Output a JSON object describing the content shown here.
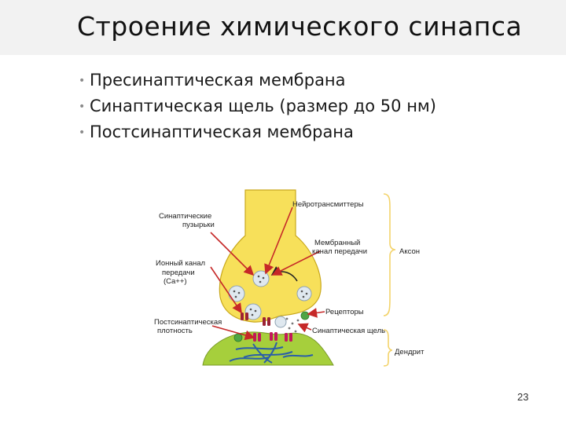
{
  "slide": {
    "title": "Строение химического синапса",
    "bullets": [
      "Пресинаптическая мембрана",
      "Синаптическая щель (размер до 50 нм)",
      "Постсинаптическая мембрана"
    ],
    "page_number": "23"
  },
  "diagram": {
    "labels": {
      "neurotransmitters": "Нейротрансмиттеры",
      "vesicles_line1": "Синаптические",
      "vesicles_line2": "пузырьки",
      "membrane_channel_line1": "Мембранный",
      "membrane_channel_line2": "канал передачи",
      "axon": "Аксон",
      "ion_channel_line1": "Ионный канал",
      "ion_channel_line2": "передачи",
      "ion_channel_line3": "(Ca++)",
      "receptors": "Рецепторы",
      "postsynaptic_line1": "Постсинаптическая",
      "postsynaptic_line2": "плотность",
      "synaptic_cleft": "Синаптическая щель",
      "dendrite": "Дендрит"
    },
    "colors": {
      "axon_fill": "#f7e05a",
      "dendrite_fill": "#a6cf3c",
      "vesicle_fill": "#dfe8ef",
      "channel_fill": "#9b2335",
      "receptor_fill": "#4ea545",
      "arrow": "#c62828",
      "dendrite_lines": "#2b5fa8"
    }
  }
}
